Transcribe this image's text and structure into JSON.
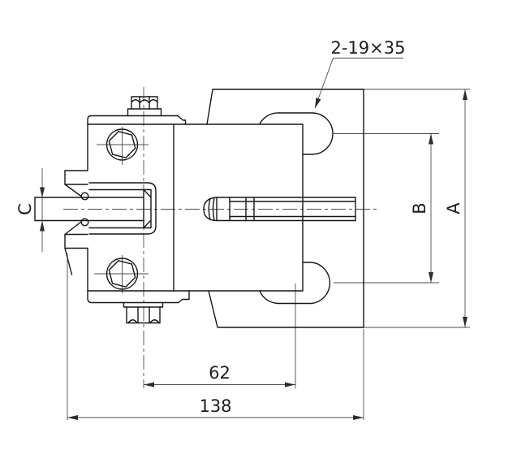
{
  "drawing": {
    "background_color": "#ffffff",
    "outline_color": "#161616",
    "dimension_color": "#4d4d4d",
    "callouts": {
      "slot_spec": "2-19×35"
    },
    "dimensions": {
      "center_to_slot": "62",
      "overall_width": "138",
      "overall_height_label": "A",
      "slot_pitch_label": "B",
      "rod_diameter_label": "C"
    }
  }
}
